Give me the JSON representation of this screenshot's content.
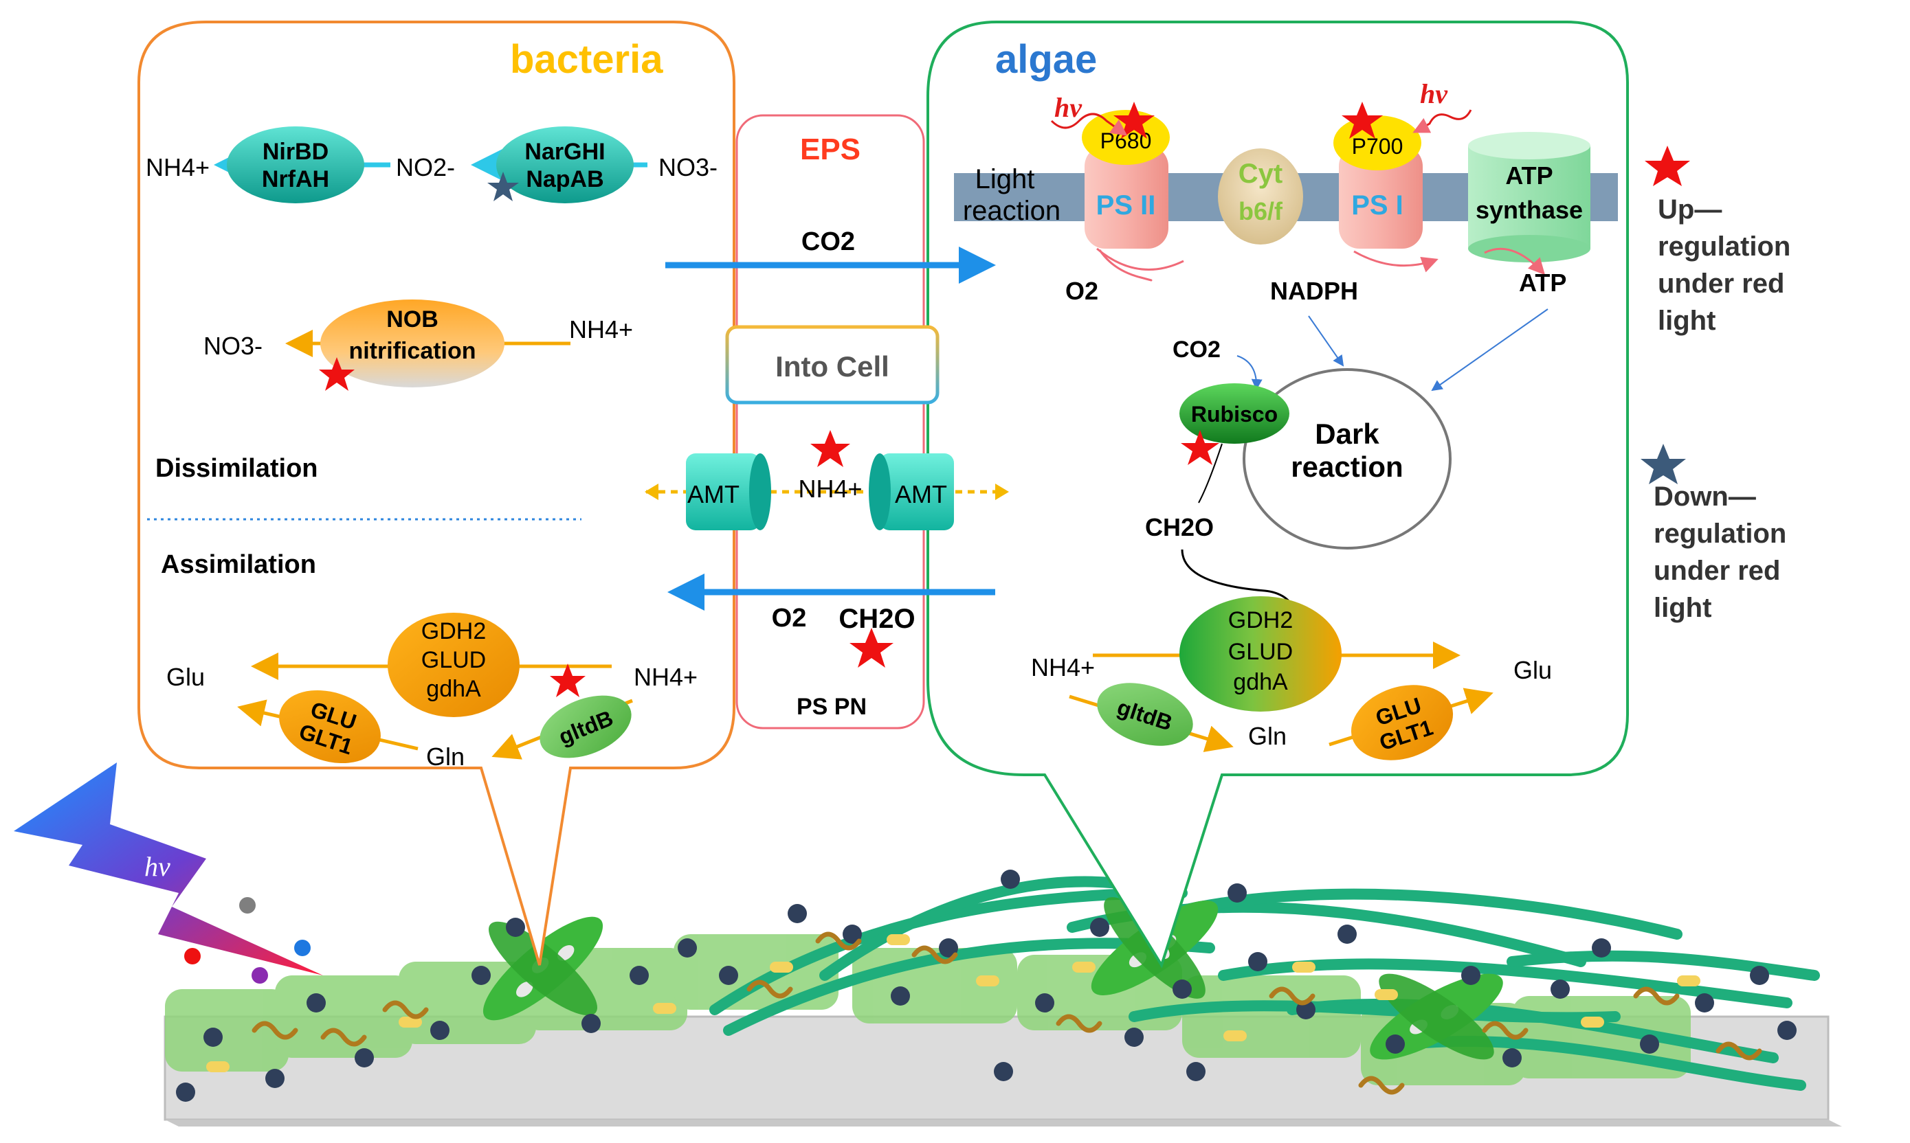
{
  "colors": {
    "bacteria_border": "#F28A30",
    "algae_border": "#1FAE5B",
    "eps_border": "#F06A78",
    "into_cell_gradient_top": "#F4B93A",
    "into_cell_gradient_bottom": "#3AAEE0",
    "bacteria_title": "#FFC000",
    "algae_title": "#2B78D0",
    "eps_title": "#FF3B1F",
    "teal_enzyme": "#1BB3A4",
    "orange_enzyme": "#F5A000",
    "green_enzyme": "#6CC55A",
    "membrane": "#7F9BB5",
    "ps_pink": "#F7AFA8",
    "red_star": "#EE1111",
    "blue_star": "#3C5A7A",
    "ps_label_blue": "#2FA8E0",
    "cyt_label_green": "#8BC63F",
    "hv_red": "#E01B1B",
    "arrow_cyan": "#2EC8E8",
    "arrow_orange": "#F5A800",
    "arrow_blue": "#1E90E8"
  },
  "bacteria": {
    "title": "bacteria",
    "nh4": "NH4+",
    "no2": "NO2-",
    "no3": "NO3-",
    "nirbd": "NirBD",
    "nrfah": "NrfAH",
    "narghi": "NarGHI",
    "napab": "NapAB",
    "nob_no3": "NO3-",
    "nob_1": "NOB",
    "nob_2": "nitrification",
    "nob_nh4": "NH4+",
    "dissimilation": "Dissimilation",
    "assimilation": "Assimilation",
    "gdh2": "GDH2",
    "glud": "GLUD",
    "gdha": "gdhA",
    "glu": "Glu",
    "gln": "Gln",
    "glu_enz": "GLU",
    "glt1": "GLT1",
    "gltdb": "gltdB",
    "nh4_right": "NH4+"
  },
  "eps": {
    "title": "EPS",
    "co2": "CO2",
    "into_cell": "Into Cell",
    "amt_left": "AMT",
    "amt_right": "AMT",
    "nh4": "NH4+",
    "o2": "O2",
    "ch2o": "CH2O",
    "ps_pn": "PS PN"
  },
  "algae": {
    "title": "algae",
    "hv1": "hν",
    "hv2": "hν",
    "p680": "P680",
    "p700": "P700",
    "light": "Light",
    "reaction": "reaction",
    "ps2": "PS II",
    "ps1": "PS I",
    "cyt1": "Cyt",
    "cyt2": "b6/f",
    "atp1": "ATP",
    "atp2": "synthase",
    "o2": "O2",
    "nadph": "NADPH",
    "atp": "ATP",
    "co2": "CO2",
    "rubisco": "Rubisco",
    "dark1": "Dark",
    "dark2": "reaction",
    "ch2o": "CH2O",
    "gdh2": "GDH2",
    "glud": "GLUD",
    "gdha": "gdhA",
    "nh4": "NH4+",
    "glu": "Glu",
    "gln": "Gln",
    "gltdb": "gltdB",
    "glu_enz": "GLU",
    "glt1": "GLT1"
  },
  "legend": {
    "up_1": "Up—",
    "up_2": "regulation",
    "up_3": "under red",
    "up_4": "light",
    "down_1": "Down—",
    "down_2": "regulation",
    "down_3": "under red",
    "down_4": "light"
  },
  "bolt": {
    "hv": "hν"
  }
}
